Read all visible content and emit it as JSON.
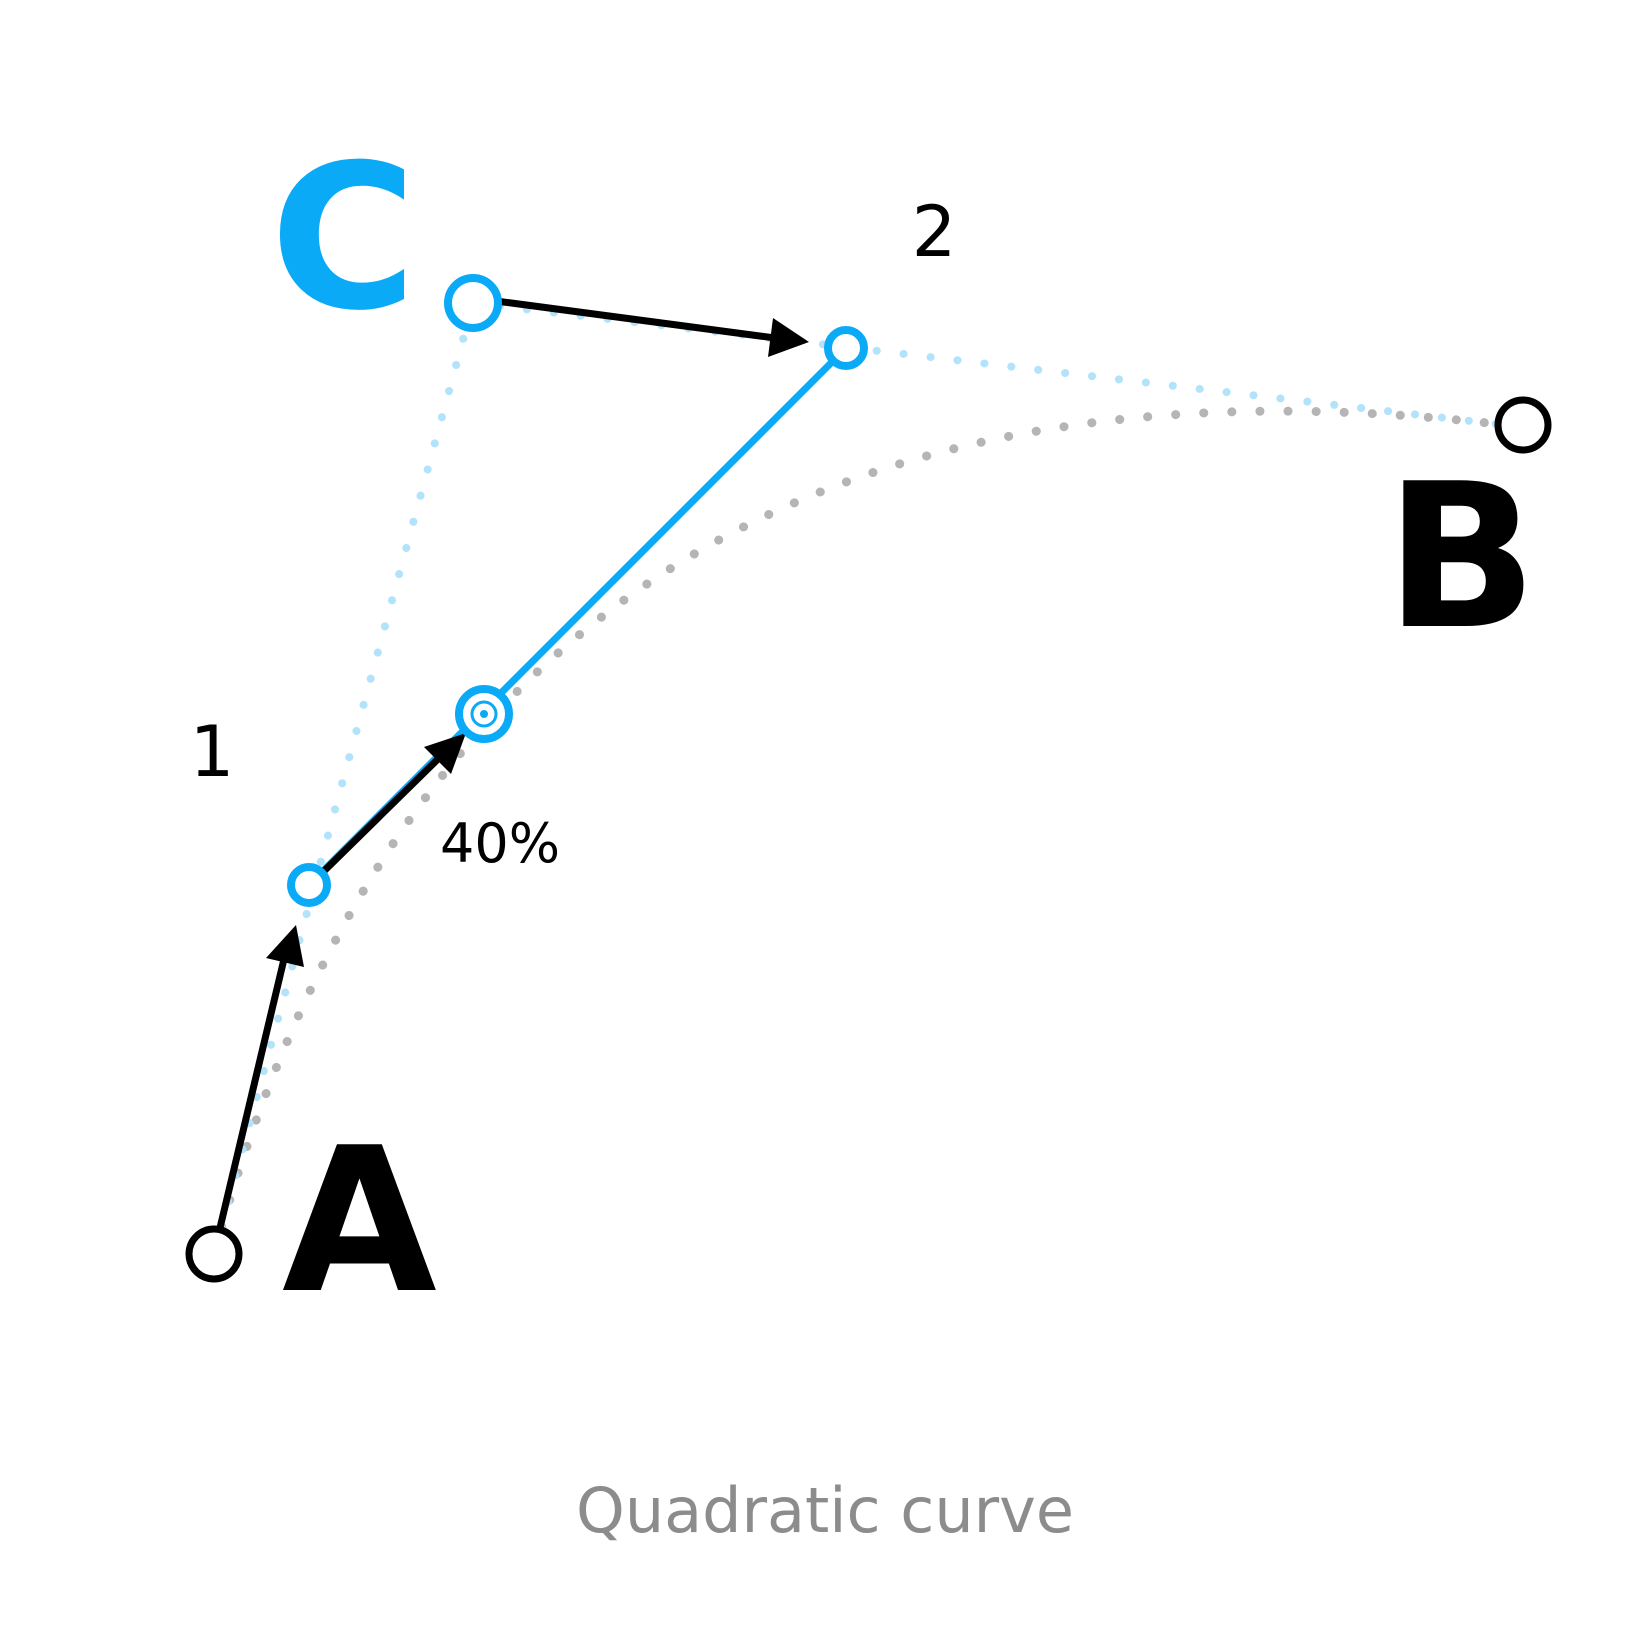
{
  "points": {
    "a_label": "A",
    "b_label": "B",
    "c_label": "C"
  },
  "step_labels": {
    "one": "1",
    "two": "2"
  },
  "progress": {
    "label": "40%",
    "value": 0.4
  },
  "caption": "Quadratic curve",
  "colors": {
    "accent": "#0aaaf7",
    "accent_light": "#b3e2fb",
    "ink": "#000000",
    "curve_dots": "#b5b5b5",
    "caption": "#8c8c8c"
  }
}
